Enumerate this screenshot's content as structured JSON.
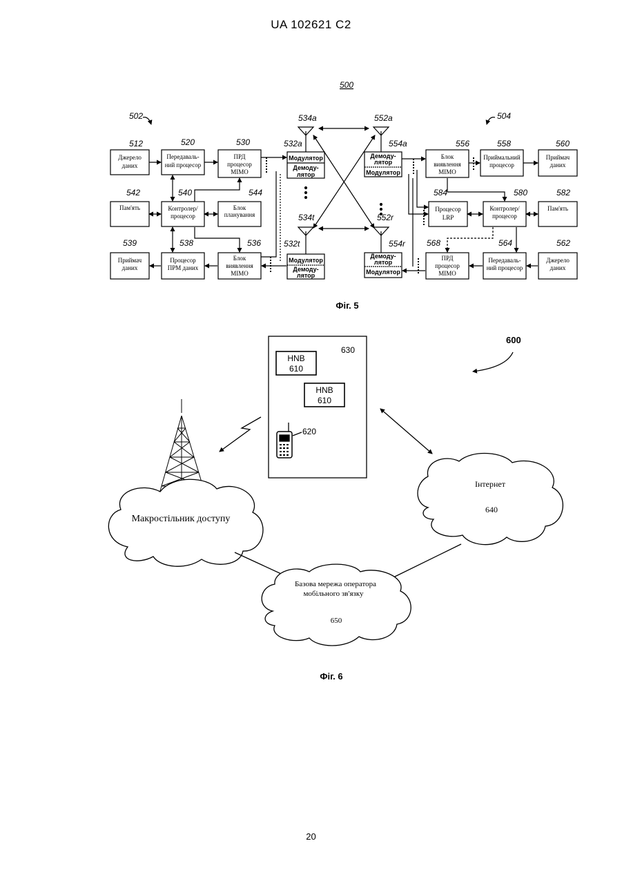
{
  "header": {
    "doc_id": "UA   102621   C2"
  },
  "page_number": "20",
  "fig5": {
    "caption": "Фіг. 5",
    "ref_main": "500",
    "ref_left": "502",
    "ref_right": "504",
    "left": {
      "source": {
        "ref": "512",
        "line1": "Джерело",
        "line2": "даних"
      },
      "tx_proc": {
        "ref": "520",
        "line1": "Передаваль-",
        "line2": "ний процесор"
      },
      "tx_mimo": {
        "ref": "530",
        "line1": "ПРД",
        "line2": "процесор",
        "line3": "MIMO"
      },
      "mod_top": {
        "ref": "532a",
        "mod": "Модулятор",
        "demod1": "Демоду-",
        "demod2": "лятор"
      },
      "memory": {
        "ref": "542",
        "line1": "Пам'ять"
      },
      "controller": {
        "ref": "540",
        "line1": "Контролер/",
        "line2": "процесор"
      },
      "planning": {
        "ref": "544",
        "line1": "Блок",
        "line2": "планування"
      },
      "sink": {
        "ref": "539",
        "line1": "Приймач",
        "line2": "даних"
      },
      "rx_proc": {
        "ref": "538",
        "line1": "Процесор",
        "line2": "ПРМ даних"
      },
      "detector": {
        "ref": "536",
        "line1": "Блок",
        "line2": "виявлення",
        "line3": "MIMO"
      },
      "mod_bot": {
        "ref": "532t",
        "mod": "Модулятор",
        "demod1": "Демоду-",
        "demod2": "лятор"
      },
      "ant_top": "534a",
      "ant_bot": "534t"
    },
    "right": {
      "ant_top": "552a",
      "ant_bot": "552r",
      "demod_top": {
        "ref": "554a",
        "demod1": "Демоду-",
        "demod2": "лятор",
        "mod": "Модулятор"
      },
      "detector": {
        "ref": "556",
        "line1": "Блок",
        "line2": "виявлення",
        "line3": "MIMO"
      },
      "rx_proc": {
        "ref": "558",
        "line1": "Приймальний",
        "line2": "процесор"
      },
      "sink": {
        "ref": "560",
        "line1": "Приймач",
        "line2": "даних"
      },
      "lrp": {
        "ref": "584",
        "line1": "Процесор",
        "line2": "LRP"
      },
      "controller": {
        "ref": "580",
        "line1": "Контролер/",
        "line2": "процесор"
      },
      "memory": {
        "ref": "582",
        "line1": "Пам'ять"
      },
      "demod_bot": {
        "ref": "554r",
        "demod1": "Демоду-",
        "demod2": "лятор",
        "mod": "Модулятор"
      },
      "tx_mimo": {
        "ref": "568",
        "line1": "ПРД",
        "line2": "процесор",
        "line3": "MIMO"
      },
      "tx_proc": {
        "ref": "564",
        "line1": "Передаваль-",
        "line2": "ний процесор"
      },
      "source": {
        "ref": "562",
        "line1": "Джерело",
        "line2": "даних"
      }
    }
  },
  "fig6": {
    "caption": "Фіг. 6",
    "ref_main": "600",
    "building_ref": "630",
    "hnb1": {
      "line1": "HNB",
      "line2": "610"
    },
    "hnb2": {
      "line1": "HNB",
      "line2": "610"
    },
    "phone_ref": "620",
    "macro_label": "Макростільник доступу",
    "internet_label": "Інтернет",
    "internet_ref": "640",
    "core_line1": "Базова мережа оператора",
    "core_line2": "мобільного зв'язку",
    "core_ref": "650"
  }
}
